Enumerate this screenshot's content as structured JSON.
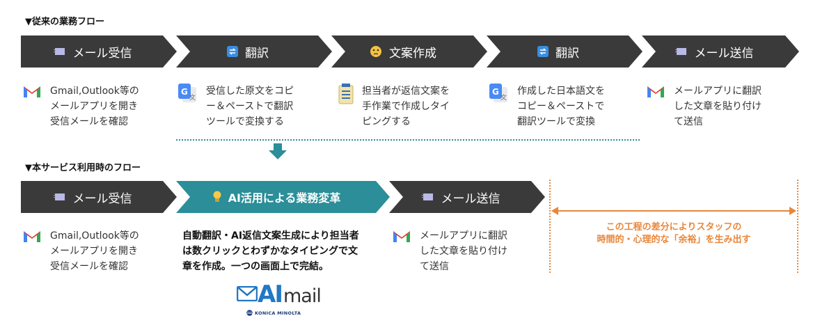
{
  "colors": {
    "dark_step": "#3a3a3a",
    "accent_step": "#2b8e98",
    "orange": "#e8863a"
  },
  "conventional": {
    "title": "▼従来の業務フロー",
    "steps": [
      {
        "label": "メール受信",
        "icon": "mail-icon"
      },
      {
        "label": "翻訳",
        "icon": "translate-icon"
      },
      {
        "label": "文案作成",
        "icon": "thinking-face-icon"
      },
      {
        "label": "翻訳",
        "icon": "translate-icon"
      },
      {
        "label": "メール送信",
        "icon": "mail-icon"
      }
    ],
    "descriptions": [
      {
        "icon": "gmail-icon",
        "text": "Gmail,Outlook等の\nメールアプリを開き\n受信メールを確認"
      },
      {
        "icon": "google-translate-icon",
        "text": "受信した原文をコピ\nー＆ペーストで翻訳\nツールで変換する"
      },
      {
        "icon": "notepad-icon",
        "text": "担当者が返信文案を\n手作業で作成しタイ\nピングする"
      },
      {
        "icon": "google-translate-icon",
        "text": "作成した日本語文を\nコピー＆ペーストで\n翻訳ツールで変換"
      },
      {
        "icon": "gmail-icon",
        "text": "メールアプリに翻訳\nした文章を貼り付け\nて送信"
      }
    ]
  },
  "new_flow": {
    "title": "▼本サービス利用時のフロー",
    "steps": [
      {
        "label": "メール受信",
        "icon": "mail-icon"
      },
      {
        "label": "AI活用による業務変革",
        "icon": "lightbulb-icon"
      },
      {
        "label": "メール送信",
        "icon": "mail-icon"
      }
    ],
    "descriptions": [
      {
        "icon": "gmail-icon",
        "text": "Gmail,Outlook等の\nメールアプリを開き\n受信メールを確認"
      },
      {
        "text": "自動翻訳・AI返信文案生成により担当者\nは数クリックとわずかなタイピングで文\n章を作成。一つの画面上で完結。"
      },
      {
        "icon": "gmail-icon",
        "text": "メールアプリに翻訳\nした文章を貼り付け\nて送信"
      }
    ]
  },
  "difference_note": {
    "line1": "この工程の差分によりスタッフの",
    "line2": "時間的・心理的な「余裕」を生み出す"
  },
  "logo": {
    "ai": "AI",
    "mail": "mail",
    "brand": "KONICA MINOLTA"
  }
}
